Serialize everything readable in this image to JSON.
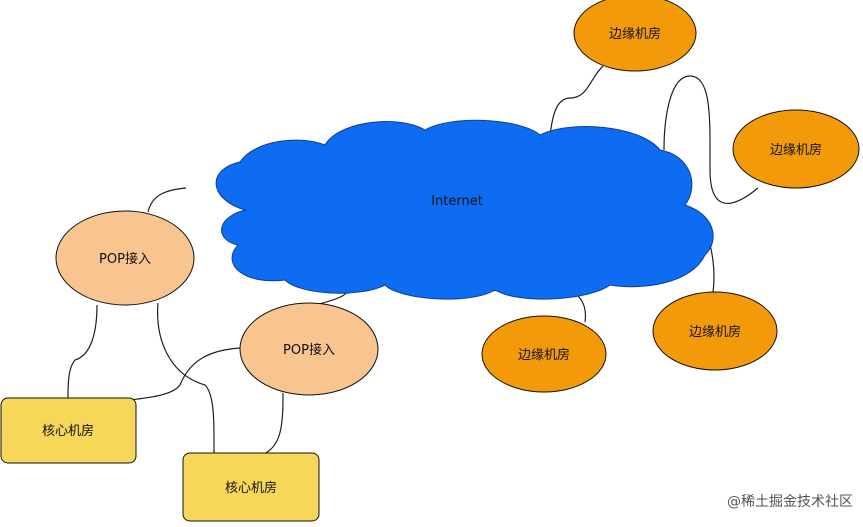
{
  "diagram": {
    "cloud_label": "Internet",
    "edge_rooms": [
      "边缘机房",
      "边缘机房",
      "边缘机房",
      "边缘机房"
    ],
    "pop_nodes": [
      "POP接入",
      "POP接入"
    ],
    "core_rooms": [
      "核心机房",
      "核心机房"
    ]
  },
  "footer": {
    "watermark": "@稀土掘金技术社区"
  },
  "colors": {
    "cloud": "#0d6cf2",
    "edge_room": "#f39a0b",
    "pop": "#f8c591",
    "core_room": "#f7d75a",
    "line": "#1f1f1f"
  }
}
